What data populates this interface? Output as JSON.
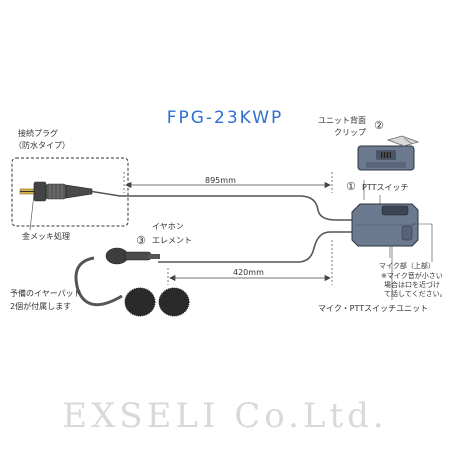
{
  "model": "FPG-23KWP",
  "labels": {
    "plug_line1": "接続プラグ",
    "plug_line2": "（防水タイプ）",
    "gold_plating": "金メッキ処理",
    "cable_length_main": "895mm",
    "earphone_line1": "イヤホン",
    "earphone_line2": "エレメント",
    "cable_length_earphone": "420mm",
    "spare_pads_line1": "予備のイヤーパッド",
    "spare_pads_line2": "2個が付属します",
    "clip_line1": "ユニット背面",
    "clip_line2": "クリップ",
    "ptt_switch": "PTTスイッチ",
    "mic_part": "マイク部（上部）",
    "mic_note_line1": "※マイク音が小さい",
    "mic_note_line2": "場合は口を近づけ",
    "mic_note_line3": "て話してください。",
    "unit_name": "マイク・PTTスイッチユニット"
  },
  "markers": {
    "clip": "②",
    "ptt": "①",
    "earphone": "③"
  },
  "company": "EXSELI Co.Ltd.",
  "colors": {
    "model_text": "#2f6fd0",
    "unit_body": "#6b7a8f",
    "cable": "#555555",
    "watermark": "#d9d9d9"
  }
}
